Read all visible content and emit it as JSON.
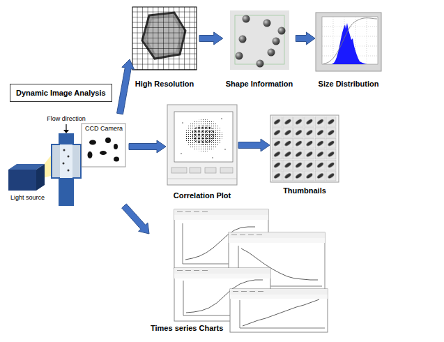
{
  "diagram": {
    "nodes": [
      {
        "text": [
          "Dynamic Image Analysis"
        ]
      },
      {
        "text": [
          "Flow direction",
          "CCD Camera",
          "Light source"
        ]
      },
      {
        "text": [
          "High Resolution"
        ]
      },
      {
        "text": [
          "Shape Information"
        ]
      },
      {
        "text": [
          "Size Distribution"
        ]
      },
      {
        "text": [
          "Correlation Plot"
        ]
      },
      {
        "text": [
          "Thumbnails"
        ]
      },
      {
        "text": [
          "Times series Charts"
        ]
      }
    ],
    "edges": [
      {
        "from": 1,
        "to": 2,
        "arrow": "to"
      },
      {
        "from": 2,
        "to": 3,
        "arrow": "to"
      },
      {
        "from": 3,
        "to": 4,
        "arrow": "to"
      },
      {
        "from": 1,
        "to": 5,
        "arrow": "to"
      },
      {
        "from": 5,
        "to": 6,
        "arrow": "to"
      },
      {
        "from": 1,
        "to": 7,
        "arrow": "to"
      }
    ]
  }
}
